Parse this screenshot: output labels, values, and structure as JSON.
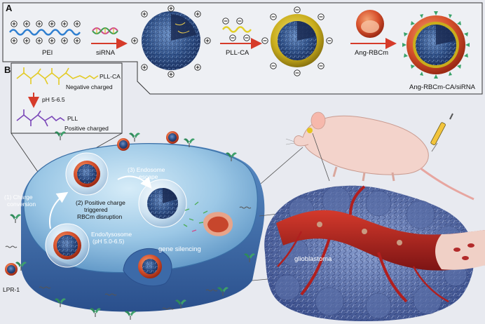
{
  "panel_a": {
    "letter": "A",
    "pei_label": "PEI",
    "sirna_label": "siRNA",
    "pllca_label": "PLL-CA",
    "ang_rbcm_label": "Ang-RBCm",
    "product_label": "Ang-RBCm-CA/siRNA"
  },
  "panel_b": {
    "letter": "B",
    "inset": {
      "pllca_label": "PLL-CA",
      "negative_label": "Negative charged",
      "ph_label": "pH 5-6.5",
      "pll_label": "PLL",
      "positive_label": "Positive charged"
    },
    "cell": {
      "step1_line1": "(1) Charge",
      "step1_line2": "conversion",
      "step2_line1": "(2) Positive charge",
      "step2_line2": "triggered",
      "step2_line3": "RBCm disruption",
      "step3_line1": "(3) Endosome",
      "step3_line2": "escape",
      "endo_line1": "Endo/lysosome",
      "endo_line2": "(pH 5.0-6.5)",
      "gene_silencing": "gene silencing",
      "lpr_label": "LPR-1"
    },
    "tumor_label": "glioblastoma"
  },
  "colors": {
    "plus_charge": "#222222",
    "minus_charge": "#222222",
    "arrow_red": "#d63b2a",
    "nanoparticle_blue": "#34588f",
    "coating_yellow": "#d8c22a",
    "rbc_red": "#d9482b",
    "cell_blue": "#4b87bf",
    "vessel_red": "#b01f1f"
  }
}
